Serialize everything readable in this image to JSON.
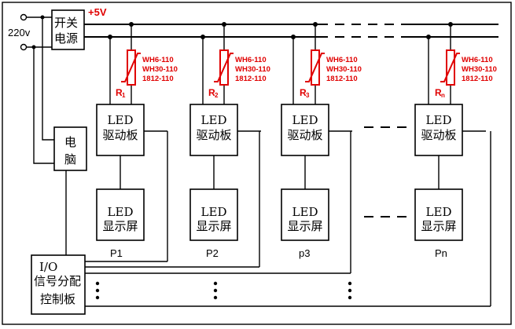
{
  "input_voltage": "220v",
  "power_supply": {
    "line1": "开关",
    "line2": "电源"
  },
  "rail_label": "+5V",
  "computer": {
    "line1": "电",
    "line2": "脑"
  },
  "io_board": {
    "line1": "I/O",
    "line2": "信号分配",
    "line3": "控制板"
  },
  "units": [
    {
      "name": "P1",
      "r": "R",
      "r_sub": "1",
      "driver_l1": "LED",
      "driver_l2": "驱动板",
      "display_l1": "LED",
      "display_l2": "显示屏",
      "specs": [
        "WH6-110",
        "WH30-110",
        "1812-110"
      ]
    },
    {
      "name": "P2",
      "r": "R",
      "r_sub": "2",
      "driver_l1": "LED",
      "driver_l2": "驱动板",
      "display_l1": "LED",
      "display_l2": "显示屏",
      "specs": [
        "WH6-110",
        "WH30-110",
        "1812-110"
      ]
    },
    {
      "name": "p3",
      "r": "R",
      "r_sub": "3",
      "driver_l1": "LED",
      "driver_l2": "驱动板",
      "display_l1": "LED",
      "display_l2": "显示屏",
      "specs": [
        "WH6-110",
        "WH30-110",
        "1812-110"
      ]
    },
    {
      "name": "Pn",
      "r": "R",
      "r_sub": "n",
      "driver_l1": "LED",
      "driver_l2": "驱动板",
      "display_l1": "LED",
      "display_l2": "显示屏",
      "specs": [
        "WH6-110",
        "WH30-110",
        "1812-110"
      ]
    }
  ],
  "colors": {
    "accent": "#e00000",
    "line": "#000000"
  }
}
